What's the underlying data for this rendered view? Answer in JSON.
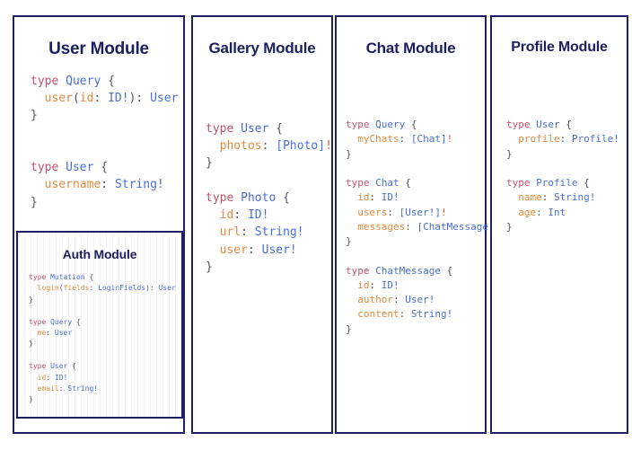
{
  "theme": {
    "border_color": "#1d2060",
    "title_color": "#1d2060",
    "keyword_color": "#c0526b",
    "typename_color": "#4a6fd4",
    "field_color": "#e08a3c",
    "punctuation_color": "#55555f",
    "background": "#ffffff"
  },
  "panels": {
    "user": {
      "title": "User Module",
      "code_lines": [
        [
          {
            "t": "type ",
            "c": "kw"
          },
          {
            "t": "Query",
            "c": "tn"
          },
          {
            "t": " {",
            "c": "pn"
          }
        ],
        [
          {
            "t": "  ",
            "c": "pn"
          },
          {
            "t": "user",
            "c": "fl"
          },
          {
            "t": "(",
            "c": "pn"
          },
          {
            "t": "id",
            "c": "fl"
          },
          {
            "t": ": ",
            "c": "pn"
          },
          {
            "t": "ID!",
            "c": "tn"
          },
          {
            "t": "): ",
            "c": "pn"
          },
          {
            "t": "User",
            "c": "tn"
          }
        ],
        [
          {
            "t": "}",
            "c": "pn"
          }
        ],
        [
          {
            "t": "",
            "c": "pn"
          }
        ],
        [
          {
            "t": "",
            "c": "pn"
          }
        ],
        [
          {
            "t": "type ",
            "c": "kw"
          },
          {
            "t": "User",
            "c": "tn"
          },
          {
            "t": " {",
            "c": "pn"
          }
        ],
        [
          {
            "t": "  ",
            "c": "pn"
          },
          {
            "t": "username",
            "c": "fl"
          },
          {
            "t": ": ",
            "c": "pn"
          },
          {
            "t": "String!",
            "c": "tn"
          }
        ],
        [
          {
            "t": "}",
            "c": "pn"
          }
        ]
      ]
    },
    "auth": {
      "title": "Auth Module",
      "code_lines": [
        [
          {
            "t": "type ",
            "c": "kw"
          },
          {
            "t": "Mutation",
            "c": "tn"
          },
          {
            "t": " {",
            "c": "pn"
          }
        ],
        [
          {
            "t": "  ",
            "c": "pn"
          },
          {
            "t": "login",
            "c": "fl"
          },
          {
            "t": "(",
            "c": "pn"
          },
          {
            "t": "fields",
            "c": "fl"
          },
          {
            "t": ": ",
            "c": "pn"
          },
          {
            "t": "LoginFields",
            "c": "tn"
          },
          {
            "t": "): ",
            "c": "pn"
          },
          {
            "t": "User",
            "c": "tn"
          }
        ],
        [
          {
            "t": "}",
            "c": "pn"
          }
        ],
        [
          {
            "t": "",
            "c": "pn"
          }
        ],
        [
          {
            "t": "type ",
            "c": "kw"
          },
          {
            "t": "Query",
            "c": "tn"
          },
          {
            "t": " {",
            "c": "pn"
          }
        ],
        [
          {
            "t": "  ",
            "c": "pn"
          },
          {
            "t": "me",
            "c": "fl"
          },
          {
            "t": ": ",
            "c": "pn"
          },
          {
            "t": "User",
            "c": "tn"
          }
        ],
        [
          {
            "t": "}",
            "c": "pn"
          }
        ],
        [
          {
            "t": "",
            "c": "pn"
          }
        ],
        [
          {
            "t": "type ",
            "c": "kw"
          },
          {
            "t": "User",
            "c": "tn"
          },
          {
            "t": " {",
            "c": "pn"
          }
        ],
        [
          {
            "t": "  ",
            "c": "pn"
          },
          {
            "t": "id",
            "c": "fl"
          },
          {
            "t": ": ",
            "c": "pn"
          },
          {
            "t": "ID!",
            "c": "tn"
          }
        ],
        [
          {
            "t": "  ",
            "c": "pn"
          },
          {
            "t": "email",
            "c": "fl"
          },
          {
            "t": ": ",
            "c": "pn"
          },
          {
            "t": "String!",
            "c": "tn"
          }
        ],
        [
          {
            "t": "}",
            "c": "pn"
          }
        ]
      ]
    },
    "gallery": {
      "title": "Gallery Module",
      "code_lines": [
        [
          {
            "t": "type ",
            "c": "kw"
          },
          {
            "t": "User",
            "c": "tn"
          },
          {
            "t": " {",
            "c": "pn"
          }
        ],
        [
          {
            "t": "  ",
            "c": "pn"
          },
          {
            "t": "photos",
            "c": "fl"
          },
          {
            "t": ": ",
            "c": "pn"
          },
          {
            "t": "[Photo]",
            "c": "tn"
          },
          {
            "t": "!",
            "c": "bang"
          }
        ],
        [
          {
            "t": "}",
            "c": "pn"
          }
        ],
        [
          {
            "t": "",
            "c": "pn"
          }
        ],
        [
          {
            "t": "type ",
            "c": "kw"
          },
          {
            "t": "Photo",
            "c": "tn"
          },
          {
            "t": " {",
            "c": "pn"
          }
        ],
        [
          {
            "t": "  ",
            "c": "pn"
          },
          {
            "t": "id",
            "c": "fl"
          },
          {
            "t": ": ",
            "c": "pn"
          },
          {
            "t": "ID!",
            "c": "tn"
          }
        ],
        [
          {
            "t": "  ",
            "c": "pn"
          },
          {
            "t": "url",
            "c": "fl"
          },
          {
            "t": ": ",
            "c": "pn"
          },
          {
            "t": "String!",
            "c": "tn"
          }
        ],
        [
          {
            "t": "  ",
            "c": "pn"
          },
          {
            "t": "user",
            "c": "fl"
          },
          {
            "t": ": ",
            "c": "pn"
          },
          {
            "t": "User!",
            "c": "tn"
          }
        ],
        [
          {
            "t": "}",
            "c": "pn"
          }
        ]
      ]
    },
    "chat": {
      "title": "Chat Module",
      "code_lines": [
        [
          {
            "t": "type ",
            "c": "kw"
          },
          {
            "t": "Query",
            "c": "tn"
          },
          {
            "t": " {",
            "c": "pn"
          }
        ],
        [
          {
            "t": "  ",
            "c": "pn"
          },
          {
            "t": "myChats",
            "c": "fl"
          },
          {
            "t": ": ",
            "c": "pn"
          },
          {
            "t": "[Chat]",
            "c": "tn"
          },
          {
            "t": "!",
            "c": "bang"
          }
        ],
        [
          {
            "t": "}",
            "c": "pn"
          }
        ],
        [
          {
            "t": "",
            "c": "pn"
          }
        ],
        [
          {
            "t": "type ",
            "c": "kw"
          },
          {
            "t": "Chat",
            "c": "tn"
          },
          {
            "t": " {",
            "c": "pn"
          }
        ],
        [
          {
            "t": "  ",
            "c": "pn"
          },
          {
            "t": "id",
            "c": "fl"
          },
          {
            "t": ": ",
            "c": "pn"
          },
          {
            "t": "ID!",
            "c": "tn"
          }
        ],
        [
          {
            "t": "  ",
            "c": "pn"
          },
          {
            "t": "users",
            "c": "fl"
          },
          {
            "t": ": ",
            "c": "pn"
          },
          {
            "t": "[User!]",
            "c": "tn"
          },
          {
            "t": "!",
            "c": "bang"
          }
        ],
        [
          {
            "t": "  ",
            "c": "pn"
          },
          {
            "t": "messages",
            "c": "fl"
          },
          {
            "t": ": ",
            "c": "pn"
          },
          {
            "t": "[ChatMessage]",
            "c": "tn"
          },
          {
            "t": "!",
            "c": "bang"
          }
        ],
        [
          {
            "t": "}",
            "c": "pn"
          }
        ],
        [
          {
            "t": "",
            "c": "pn"
          }
        ],
        [
          {
            "t": "type ",
            "c": "kw"
          },
          {
            "t": "ChatMessage",
            "c": "tn"
          },
          {
            "t": " {",
            "c": "pn"
          }
        ],
        [
          {
            "t": "  ",
            "c": "pn"
          },
          {
            "t": "id",
            "c": "fl"
          },
          {
            "t": ": ",
            "c": "pn"
          },
          {
            "t": "ID!",
            "c": "tn"
          }
        ],
        [
          {
            "t": "  ",
            "c": "pn"
          },
          {
            "t": "author",
            "c": "fl"
          },
          {
            "t": ": ",
            "c": "pn"
          },
          {
            "t": "User!",
            "c": "tn"
          }
        ],
        [
          {
            "t": "  ",
            "c": "pn"
          },
          {
            "t": "content",
            "c": "fl"
          },
          {
            "t": ": ",
            "c": "pn"
          },
          {
            "t": "String!",
            "c": "tn"
          }
        ],
        [
          {
            "t": "}",
            "c": "pn"
          }
        ]
      ]
    },
    "profile": {
      "title": "Profile Module",
      "code_lines": [
        [
          {
            "t": "type ",
            "c": "kw"
          },
          {
            "t": "User",
            "c": "tn"
          },
          {
            "t": " {",
            "c": "pn"
          }
        ],
        [
          {
            "t": "  ",
            "c": "pn"
          },
          {
            "t": "profile",
            "c": "fl"
          },
          {
            "t": ": ",
            "c": "pn"
          },
          {
            "t": "Profile!",
            "c": "tn"
          }
        ],
        [
          {
            "t": "}",
            "c": "pn"
          }
        ],
        [
          {
            "t": "",
            "c": "pn"
          }
        ],
        [
          {
            "t": "type ",
            "c": "kw"
          },
          {
            "t": "Profile",
            "c": "tn"
          },
          {
            "t": " {",
            "c": "pn"
          }
        ],
        [
          {
            "t": "  ",
            "c": "pn"
          },
          {
            "t": "name",
            "c": "fl"
          },
          {
            "t": ": ",
            "c": "pn"
          },
          {
            "t": "String!",
            "c": "tn"
          }
        ],
        [
          {
            "t": "  ",
            "c": "pn"
          },
          {
            "t": "age",
            "c": "fl"
          },
          {
            "t": ": ",
            "c": "pn"
          },
          {
            "t": "Int",
            "c": "tn"
          }
        ],
        [
          {
            "t": "}",
            "c": "pn"
          }
        ]
      ]
    }
  }
}
